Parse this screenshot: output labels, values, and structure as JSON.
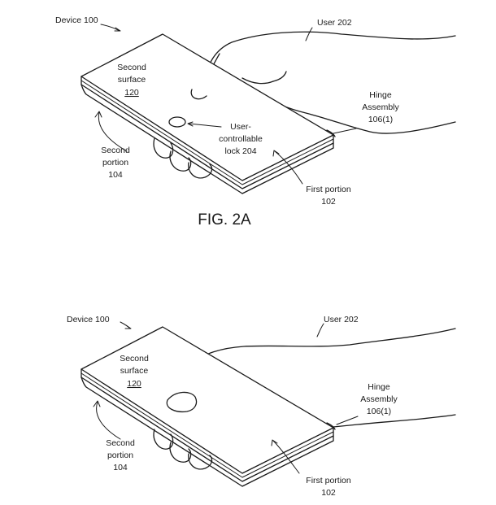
{
  "figure_a": {
    "device_label": "Device 100",
    "user_label": "User 202",
    "second_surface_line1": "Second",
    "second_surface_line2": "surface",
    "second_surface_ref": "120",
    "hinge_line1": "Hinge",
    "hinge_line2": "Assembly",
    "hinge_ref": "106(1)",
    "lock_line1": "User-",
    "lock_line2": "controllable",
    "lock_line3": "lock 204",
    "second_portion_line1": "Second",
    "second_portion_line2": "portion",
    "second_portion_ref": "104",
    "first_portion_line1": "First portion",
    "first_portion_ref": "102",
    "caption": "FIG. 2A"
  },
  "figure_b": {
    "device_label": "Device 100",
    "user_label": "User 202",
    "second_surface_line1": "Second",
    "second_surface_line2": "surface",
    "second_surface_ref": "120",
    "hinge_line1": "Hinge",
    "hinge_line2": "Assembly",
    "hinge_ref": "106(1)",
    "second_portion_line1": "Second",
    "second_portion_line2": "portion",
    "second_portion_ref": "104",
    "first_portion_line1": "First portion",
    "first_portion_ref": "102"
  }
}
